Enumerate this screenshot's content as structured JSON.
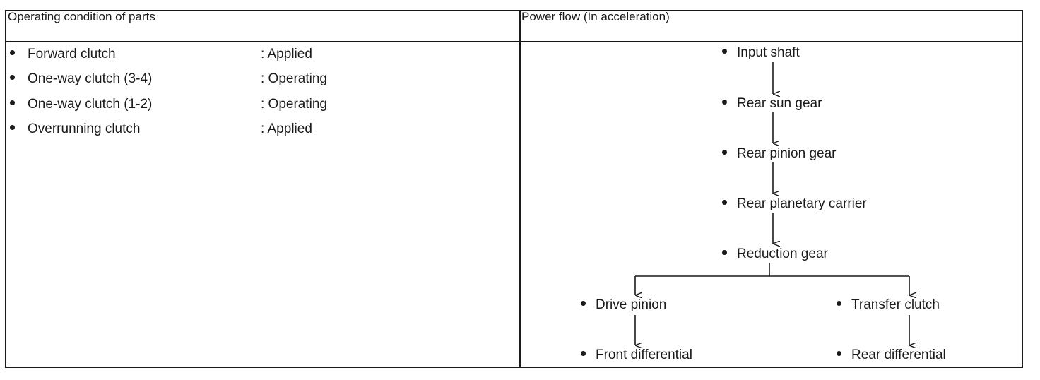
{
  "table": {
    "left_header": "Operating condition of parts",
    "right_header": "Power flow (In acceleration)"
  },
  "conditions": [
    {
      "part": "Forward clutch",
      "status": ": Applied"
    },
    {
      "part": "One-way clutch (3-4)",
      "status": ": Operating"
    },
    {
      "part": "One-way clutch (1-2)",
      "status": ": Operating"
    },
    {
      "part": "Overrunning clutch",
      "status": ": Applied"
    }
  ],
  "power_flow": {
    "input_shaft": "Input shaft",
    "rear_sun_gear": "Rear sun gear",
    "rear_pinion_gear": "Rear pinion gear",
    "rear_planetary_carrier": "Rear planetary carrier",
    "reduction_gear": "Reduction gear",
    "drive_pinion": "Drive pinion",
    "front_differential": "Front differential",
    "transfer_clutch": "Transfer clutch",
    "rear_differential": "Rear differential"
  }
}
